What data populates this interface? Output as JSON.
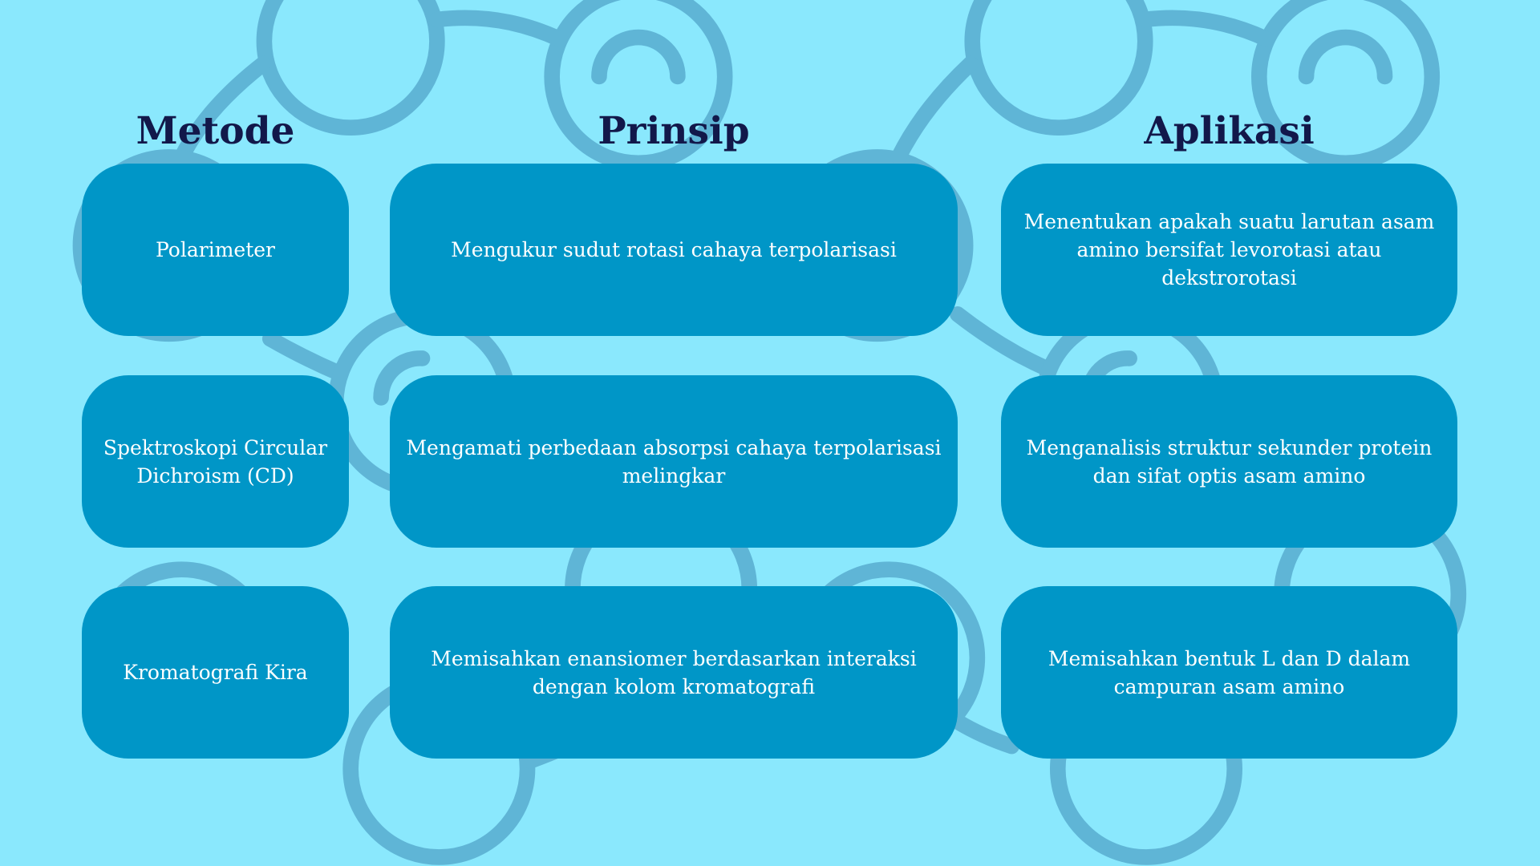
{
  "headers": {
    "metode": "Metode",
    "prinsip": "Prinsip",
    "aplikasi": "Aplikasi"
  },
  "rows": [
    {
      "metode": "Polarimeter",
      "prinsip": "Mengukur sudut rotasi cahaya terpolarisasi",
      "aplikasi": "Menentukan apakah suatu larutan asam amino bersifat levorotasi atau dekstrorotasi"
    },
    {
      "metode": "Spektroskopi Circular Dichroism (CD)",
      "prinsip": "Mengamati perbedaan absorpsi cahaya terpolarisasi melingkar",
      "aplikasi": "Menganalisis struktur sekunder protein dan sifat optis asam amino"
    },
    {
      "metode": "Kromatografi Kira",
      "prinsip": "Memisahkan enansiomer berdasarkan interaksi dengan kolom kromatografi",
      "aplikasi": "Memisahkan bentuk L dan D dalam campuran asam amino"
    }
  ],
  "colors": {
    "background": "#8ae8fd",
    "decor": "#5fb5d6",
    "box": "#0096c7",
    "heading": "#12184a"
  }
}
